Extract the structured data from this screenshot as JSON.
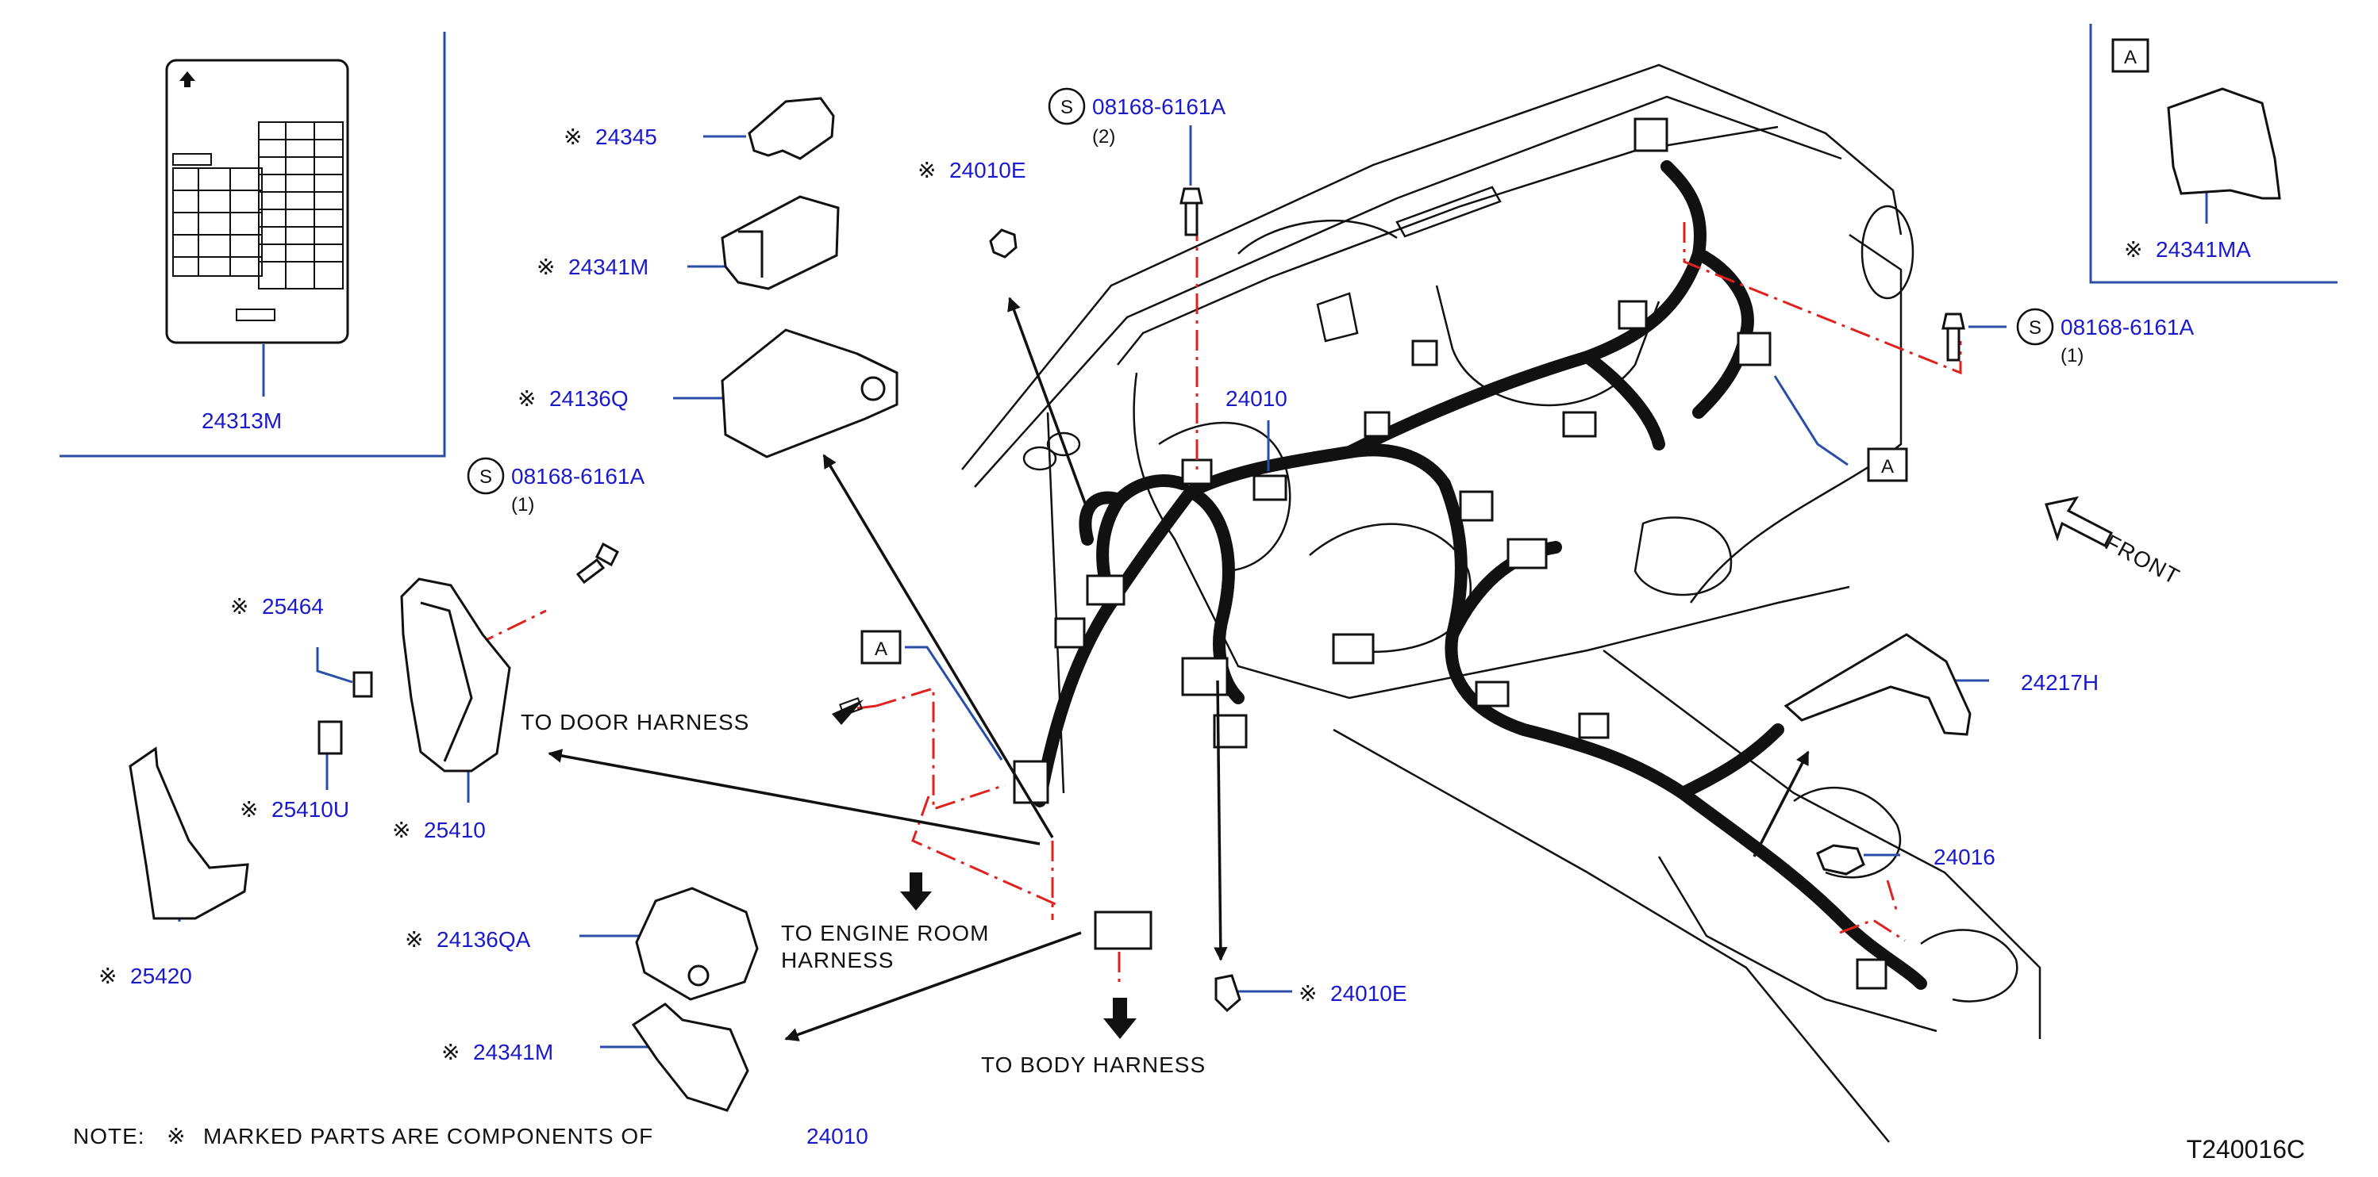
{
  "colors": {
    "part_label": "#1a1acc",
    "harness": "#111111",
    "hidden_line": "#e0221f",
    "leader": "#2a4da8"
  },
  "parts": {
    "p24313M": "24313M",
    "p24345": "24345",
    "p24341M_top": "24341M",
    "p24136Q": "24136Q",
    "p24010E_top": "24010E",
    "p08168_top": "08168-6161A",
    "p08168_top_qty": "(2)",
    "p24010": "24010",
    "p08168_right": "08168-6161A",
    "p08168_right_qty": "(1)",
    "p24341MA": "24341MA",
    "p08168_left": "08168-6161A",
    "p08168_left_qty": "(1)",
    "p25464": "25464",
    "p25410U": "25410U",
    "p25410": "25410",
    "p25420": "25420",
    "p24136QA": "24136QA",
    "p24341M_bottom": "24341M",
    "p24010E_bottom": "24010E",
    "p24217H": "24217H",
    "p24016": "24016"
  },
  "symbols": {
    "component_mark": "※",
    "screw_mark": "S",
    "ref_a": "A"
  },
  "texts": {
    "to_door_harness": "TO  DOOR  HARNESS",
    "to_engine_room_1": "TO  ENGINE  ROOM",
    "to_engine_room_2": "HARNESS",
    "to_body_harness": "TO  BODY  HARNESS",
    "front": "FRONT",
    "note_prefix": "NOTE:",
    "note_body": "MARKED  PARTS  ARE  COMPONENTS  OF",
    "note_part": "24010",
    "diagram_code": "T240016C"
  }
}
